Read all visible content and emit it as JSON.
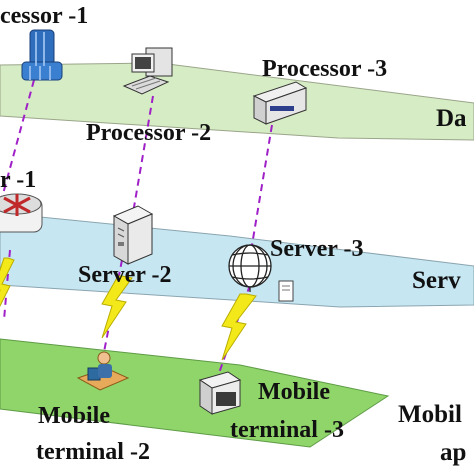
{
  "colors": {
    "data_layer": "#d6ecc4",
    "server_layer": "#c6e6f2",
    "terminal_layer": "#8fd56a",
    "dashed_link": "#a020c8",
    "wireless": "#f3e91a"
  },
  "layers": {
    "data": "Da",
    "server": "Serv",
    "terminal_line1": "Mobil",
    "terminal_line2": "ap"
  },
  "nodes": {
    "processor_1": "cessor -1",
    "processor_2": "Processor -2",
    "processor_3": "Processor -3",
    "router_1": "r -1",
    "server_2": "Server -2",
    "server_3": "Server -3",
    "mobile_2_line1": "Mobile",
    "mobile_2_line2": "terminal -2",
    "mobile_3_line1": "Mobile",
    "mobile_3_line2": "terminal -3"
  },
  "icons": [
    "tower-server-icon",
    "desktop-computer-icon",
    "network-device-icon",
    "router-icon",
    "server-tower-icon",
    "globe-icon",
    "document-icon",
    "user-at-desk-icon",
    "terminal-monitor-icon",
    "lightning-link-icon"
  ]
}
